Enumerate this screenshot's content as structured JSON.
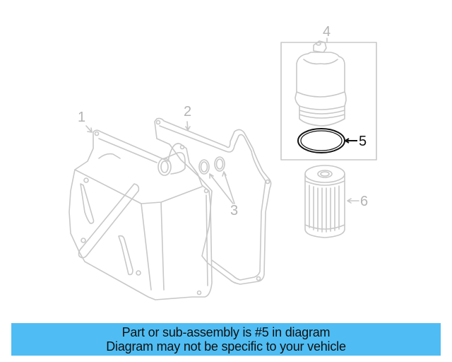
{
  "diagram": {
    "callouts": [
      {
        "number": "1",
        "part": "oil-pan",
        "highlighted": false
      },
      {
        "number": "2",
        "part": "pan-gasket",
        "highlighted": false
      },
      {
        "number": "3",
        "part": "o-rings",
        "highlighted": false
      },
      {
        "number": "4",
        "part": "filter-housing-assembly",
        "highlighted": false
      },
      {
        "number": "5",
        "part": "housing-seal-ring",
        "highlighted": true
      },
      {
        "number": "6",
        "part": "filter-element",
        "highlighted": false
      }
    ],
    "colors": {
      "faded_line": "#c8c8c8",
      "faded_text": "#b4b4b4",
      "highlight": "#111111"
    }
  },
  "banner": {
    "line1": "Part or sub-assembly is #5 in diagram",
    "line2": "Diagram may not be specific to your vehicle",
    "background": "#4fbdf3"
  }
}
